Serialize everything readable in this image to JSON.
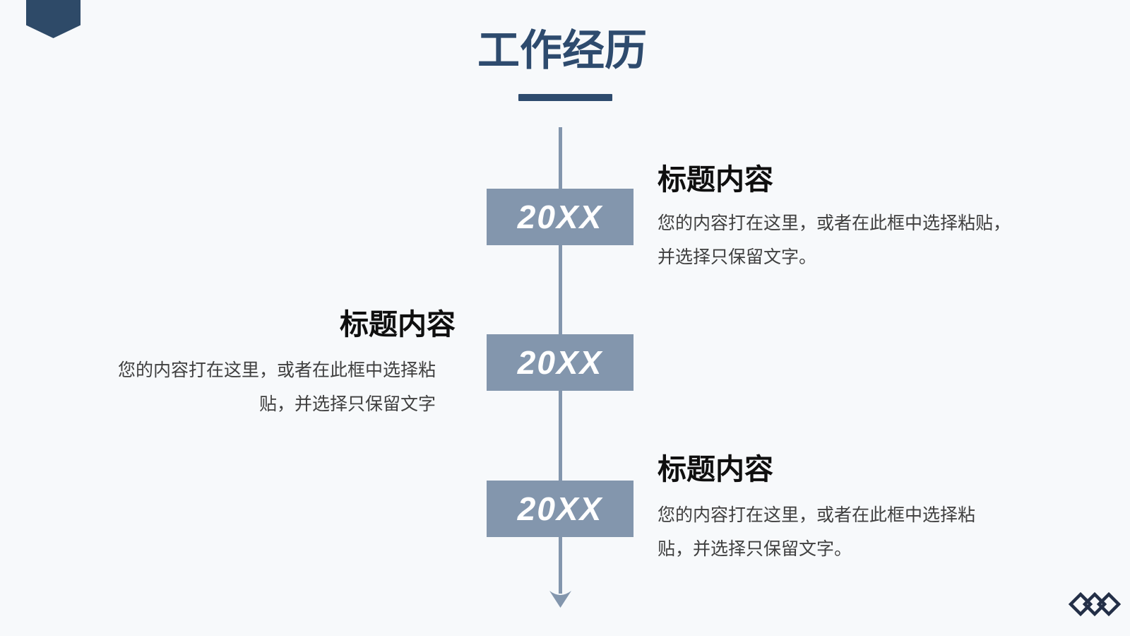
{
  "header": {
    "title": "工作经历"
  },
  "timeline": {
    "items": [
      {
        "year": "20XX",
        "side": "right",
        "heading": "标题内容",
        "body_lines": [
          "您的内容打在这里，或者在此框中选择粘贴，",
          "并选择只保留文字。"
        ]
      },
      {
        "year": "20XX",
        "side": "left",
        "heading": "标题内容",
        "body_lines": [
          "您的内容打在这里，或者在此框中选择粘",
          "贴，并选择只保留文字"
        ]
      },
      {
        "year": "20XX",
        "side": "right",
        "heading": "标题内容",
        "body_lines": [
          "您的内容打在这里，或者在此框中选择粘",
          "贴，并选择只保留文字。"
        ]
      }
    ]
  },
  "colors": {
    "background": "#F7F9FB",
    "accent_dark": "#2E4B6E",
    "timeline_muted": "#8396AD",
    "diamond_navy": "#232F47",
    "heading_text": "#0F0F0F",
    "body_text": "#3F3F3F",
    "year_text": "#FFFFFF"
  },
  "icons": {
    "bookmark": "bookmark-ribbon",
    "arrow": "down-arrowhead",
    "diamonds": "three-outline-diamonds"
  }
}
